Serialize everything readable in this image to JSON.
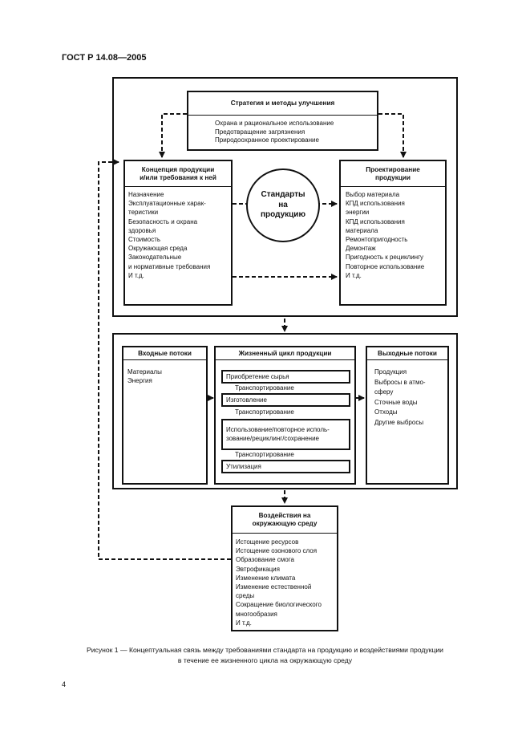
{
  "header": {
    "standard_code": "ГОСТ Р 14.08—2005",
    "page_number": "4"
  },
  "strategy_box": {
    "title": "Стратегия и методы улучшения",
    "items": [
      "Охрана и рациональное использование",
      "Предотвращение загрязнения",
      "Природоохранное проектирование"
    ]
  },
  "concept_box": {
    "title_line1": "Концепция продукции",
    "title_line2": "и/или требования к ней",
    "items": [
      "Назначение",
      "Эксплуатационные харак-",
      "теристики",
      "Безопасность и охрана",
      "здоровья",
      "Стоимость",
      "Окружающая среда",
      "Законодательные",
      "и нормативные требования",
      "И т.д."
    ]
  },
  "standards_circle": {
    "line1": "Стандарты",
    "line2": "на",
    "line3": "продукцию"
  },
  "design_box": {
    "title_line1": "Проектирование",
    "title_line2": "продукции",
    "items": [
      "Выбор материала",
      "КПД использования",
      "энергии",
      "КПД использования",
      "материала",
      "Ремонтопригодность",
      "Демонтаж",
      "Пригодность к рециклингу",
      "Повторное использование",
      "И т.д."
    ]
  },
  "input_flows": {
    "title": "Входные потоки",
    "items": [
      "Материалы",
      "Энергия"
    ]
  },
  "lifecycle": {
    "title": "Жизненный цикл продукции",
    "stage1": "Приобретение сырья",
    "transport1": "Транспортирование",
    "stage2": "Изготовление",
    "transport2": "Транспортирование",
    "stage3_line1": "Использование/повторное исполь-",
    "stage3_line2": "зование/рециклинг/сохранение",
    "transport3": "Транспортирование",
    "stage4": "Утилизация"
  },
  "output_flows": {
    "title": "Выходные потоки",
    "items": [
      "Продукция",
      "Выбросы в атмо-",
      "сферу",
      "Сточные воды",
      "Отходы",
      "Другие выбросы"
    ]
  },
  "impact_box": {
    "title_line1": "Воздействия на",
    "title_line2": "окружающую среду",
    "items": [
      "Истощение ресурсов",
      "Истощение озонового слоя",
      "Образование смога",
      "Эвтрофикация",
      "Изменение климата",
      "Изменение естественной",
      "среды",
      "Сокращение биологического",
      "многообразия",
      "И т.д."
    ]
  },
  "caption": {
    "line1": "Рисунок 1 — Концептуальная связь между требованиями стандарта на продукцию и воздействиями продукции",
    "line2": "в течение ее жизненного цикла на окружающую среду"
  }
}
